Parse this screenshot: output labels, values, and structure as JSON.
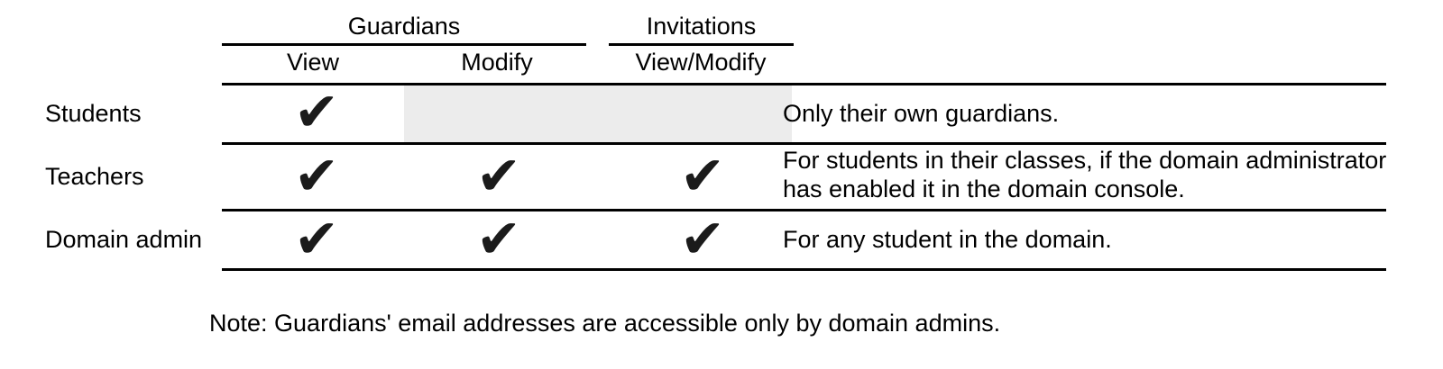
{
  "table": {
    "column_groups": [
      {
        "label": "Guardians",
        "subcolumns": [
          "View",
          "Modify"
        ]
      },
      {
        "label": "Invitations",
        "subcolumns": [
          "View/Modify"
        ]
      }
    ],
    "check_glyph": "✔",
    "rows": [
      {
        "label": "Students",
        "cells": {
          "guardians_view": "check",
          "guardians_modify": "disabled",
          "invitations_view_modify": "disabled"
        },
        "note": "Only their own guardians."
      },
      {
        "label": "Teachers",
        "cells": {
          "guardians_view": "check",
          "guardians_modify": "check",
          "invitations_view_modify": "check"
        },
        "note": "For students in their classes, if the domain administrator has enabled it in the domain console."
      },
      {
        "label": "Domain admin",
        "cells": {
          "guardians_view": "check",
          "guardians_modify": "check",
          "invitations_view_modify": "check"
        },
        "note": "For any student in the domain."
      }
    ]
  },
  "footnote": "Note: Guardians' email addresses are accessible only by domain admins.",
  "colors": {
    "text": "#000000",
    "rule": "#000000",
    "disabled_cell_background": "#ececec",
    "check": "#1b1b1b",
    "page_background": "#ffffff"
  }
}
